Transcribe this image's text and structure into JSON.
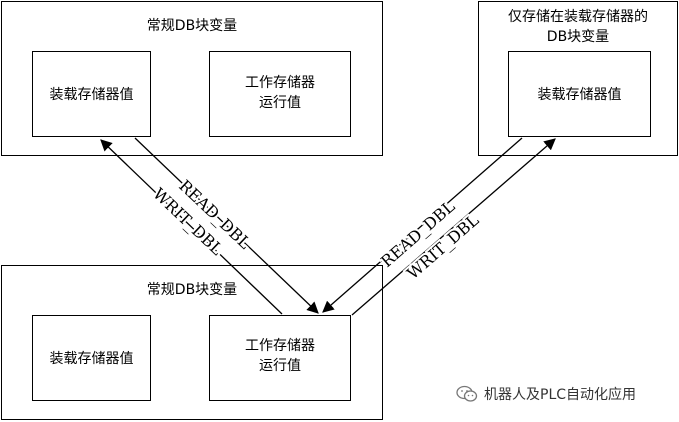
{
  "blocks": {
    "top_left": {
      "title": "常规DB块变量",
      "load": "装载存储器值",
      "work": "工作存储器\n运行值"
    },
    "top_right": {
      "title": "仅存储在装载存储器的\nDB块变量",
      "load": "装载存储器值"
    },
    "bottom": {
      "title": "常规DB块变量",
      "load": "装载存储器值",
      "work": "工作存储器\n运行值"
    }
  },
  "arrows": {
    "left_read": "READ_DBL",
    "left_writ": "WRIT_DBL",
    "right_read": "READ_DBL",
    "right_writ": "WRIT_DBL"
  },
  "watermark": {
    "text": "机器人及PLC自动化应用",
    "icon": "wechat-icon"
  }
}
